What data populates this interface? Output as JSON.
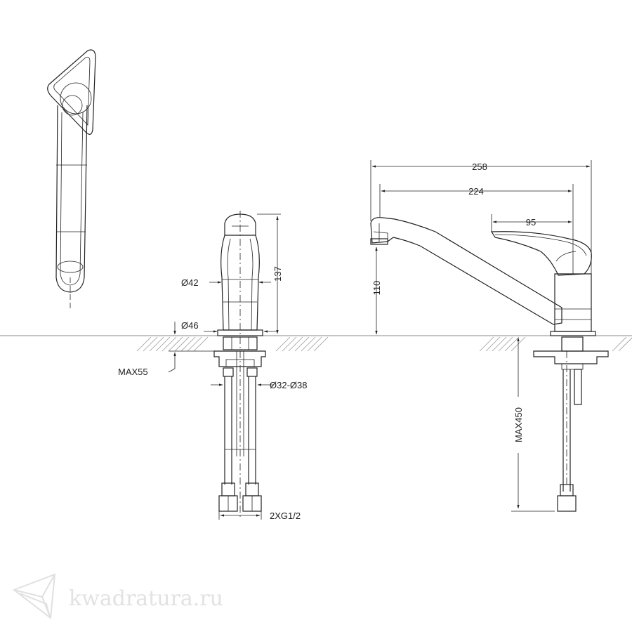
{
  "dimensions": {
    "d42": "Ø42",
    "d46": "Ø46",
    "h137": "137",
    "max55": "MAX55",
    "d32_38": "Ø32-Ø38",
    "thread": "2XG1/2",
    "w258": "258",
    "w224": "224",
    "w95": "95",
    "h110": "110",
    "max450": "MAX450"
  },
  "watermark": {
    "text": "kwadratura.ru"
  },
  "colors": {
    "line": "#222222",
    "hatch": "#999999",
    "watermark": "#e2e2e2"
  }
}
